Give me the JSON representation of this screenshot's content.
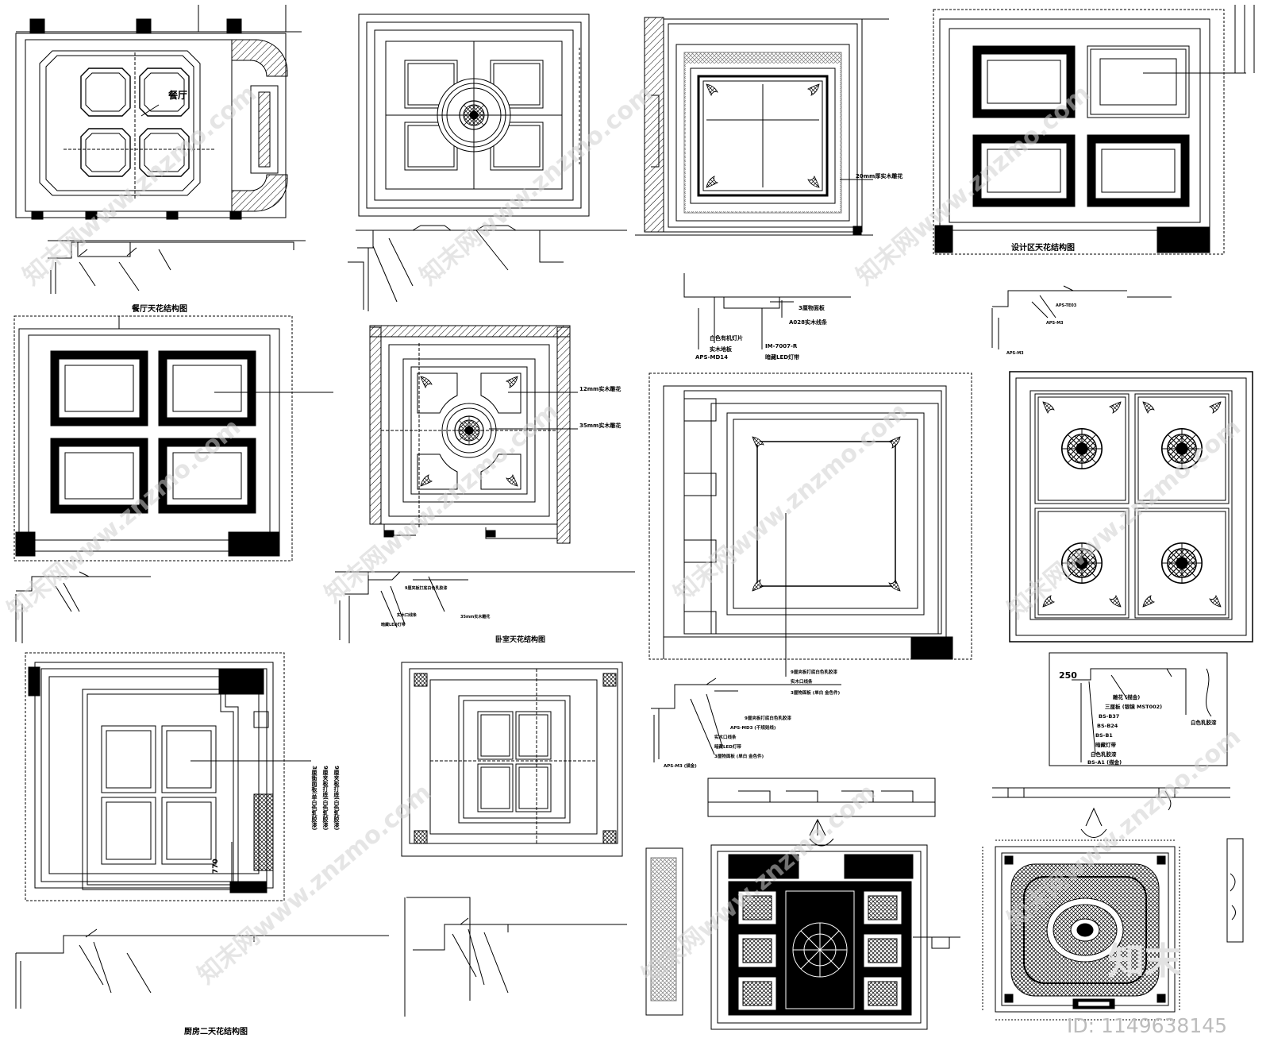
{
  "drawings": {
    "restaurant": {
      "room_label": "餐厅",
      "title": "餐厅天花结构图"
    },
    "design_zone": {
      "title": "设计区天花结构图"
    },
    "chinese": {
      "callout": "20mm厚实木雕花"
    },
    "bedroom": {
      "callout_1": "12mm实木雕花",
      "callout_2": "35mm实木雕花",
      "title": "卧室天花结构图"
    },
    "kitchen2": {
      "title": "厨房二天花结构图",
      "dim_770": "770",
      "vertical_notes": [
        "3厘衡面板(单白色乳胶漆)",
        "9厘夹板打底(白色乳胶漆)",
        "9厘夹板打底(白色乳胶漆)"
      ]
    },
    "section_mid": {
      "labels": [
        "3厘物面板",
        "A028实木线条",
        "白色有机灯片",
        "实木地板",
        "IM-7007-R",
        "APS-MD14",
        "暗藏LED灯带"
      ]
    },
    "section_right": {
      "dim": "250",
      "labels": [
        "雕花 (描金)",
        "三厘板 (银镜 MST002)",
        "BS-B37",
        "BS-B24",
        "BS-B1",
        "暗藏灯带",
        "白色乳胶漆",
        "BS-A1 (描金)",
        "白色乳胶漆"
      ]
    },
    "section_center": {
      "labels": [
        "9厘夹板打底白色乳胶漆",
        "实木口线条",
        "3厘物面板 (单白 金色件)",
        "9厘夹板打底白色乳胶漆",
        "APS-MD3 (不规则线)",
        "实木口线条",
        "暗藏LED灯带",
        "3厘物面板 (单白 金色件)",
        "APS-M3 (描金)"
      ]
    },
    "section_bedroom": {
      "labels": [
        "9厘夹板打底白色乳胶漆",
        "实木口线条",
        "暗藏LED灯带",
        "35mm实木雕花"
      ]
    },
    "section_design": {
      "labels": [
        "APS-TE03",
        "APS-M3",
        "APS-M3"
      ]
    }
  },
  "watermark": {
    "brand": "知末",
    "site": "znzmo.com",
    "site_cn": "知末网www.znzmo.com",
    "id_label": "ID: 1149638145"
  },
  "colors": {
    "line": "#000000",
    "watermark": "#d9d9d9",
    "background": "#ffffff"
  }
}
